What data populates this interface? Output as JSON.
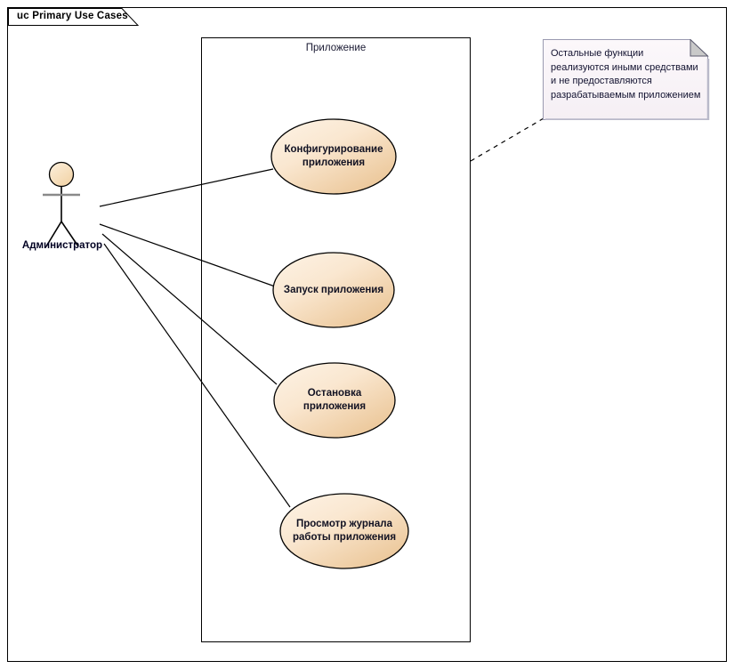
{
  "diagram": {
    "title": "uc Primary Use Cases",
    "kind": "uml-use-case-diagram",
    "boundary_label": "Приложение"
  },
  "actor": {
    "name": "Администратор",
    "icon": "stick-figure-actor-icon"
  },
  "use_cases": [
    {
      "id": "uc1",
      "lines": [
        "Конфигурирование",
        "приложения"
      ]
    },
    {
      "id": "uc2",
      "lines": [
        "Запуск приложения",
        ""
      ]
    },
    {
      "id": "uc3",
      "lines": [
        "Остановка",
        "приложения"
      ]
    },
    {
      "id": "uc4",
      "lines": [
        "Просмотр журнала",
        "работы приложения"
      ]
    }
  ],
  "note": {
    "text": "Остальные функции реализуются иными средствами и не предоставляются разрабатываемым приложением"
  },
  "colors": {
    "ellipse_fill_light": "#fbeedd",
    "ellipse_fill_dark": "#edc99a",
    "ellipse_stroke": "#000000",
    "note_fill": "#faf5f8",
    "note_fold": "#c9c9c9",
    "note_stroke": "#9a9ab0",
    "line": "#000000",
    "frame": "#000000",
    "actor_head_fill": "#fbe3c0"
  }
}
